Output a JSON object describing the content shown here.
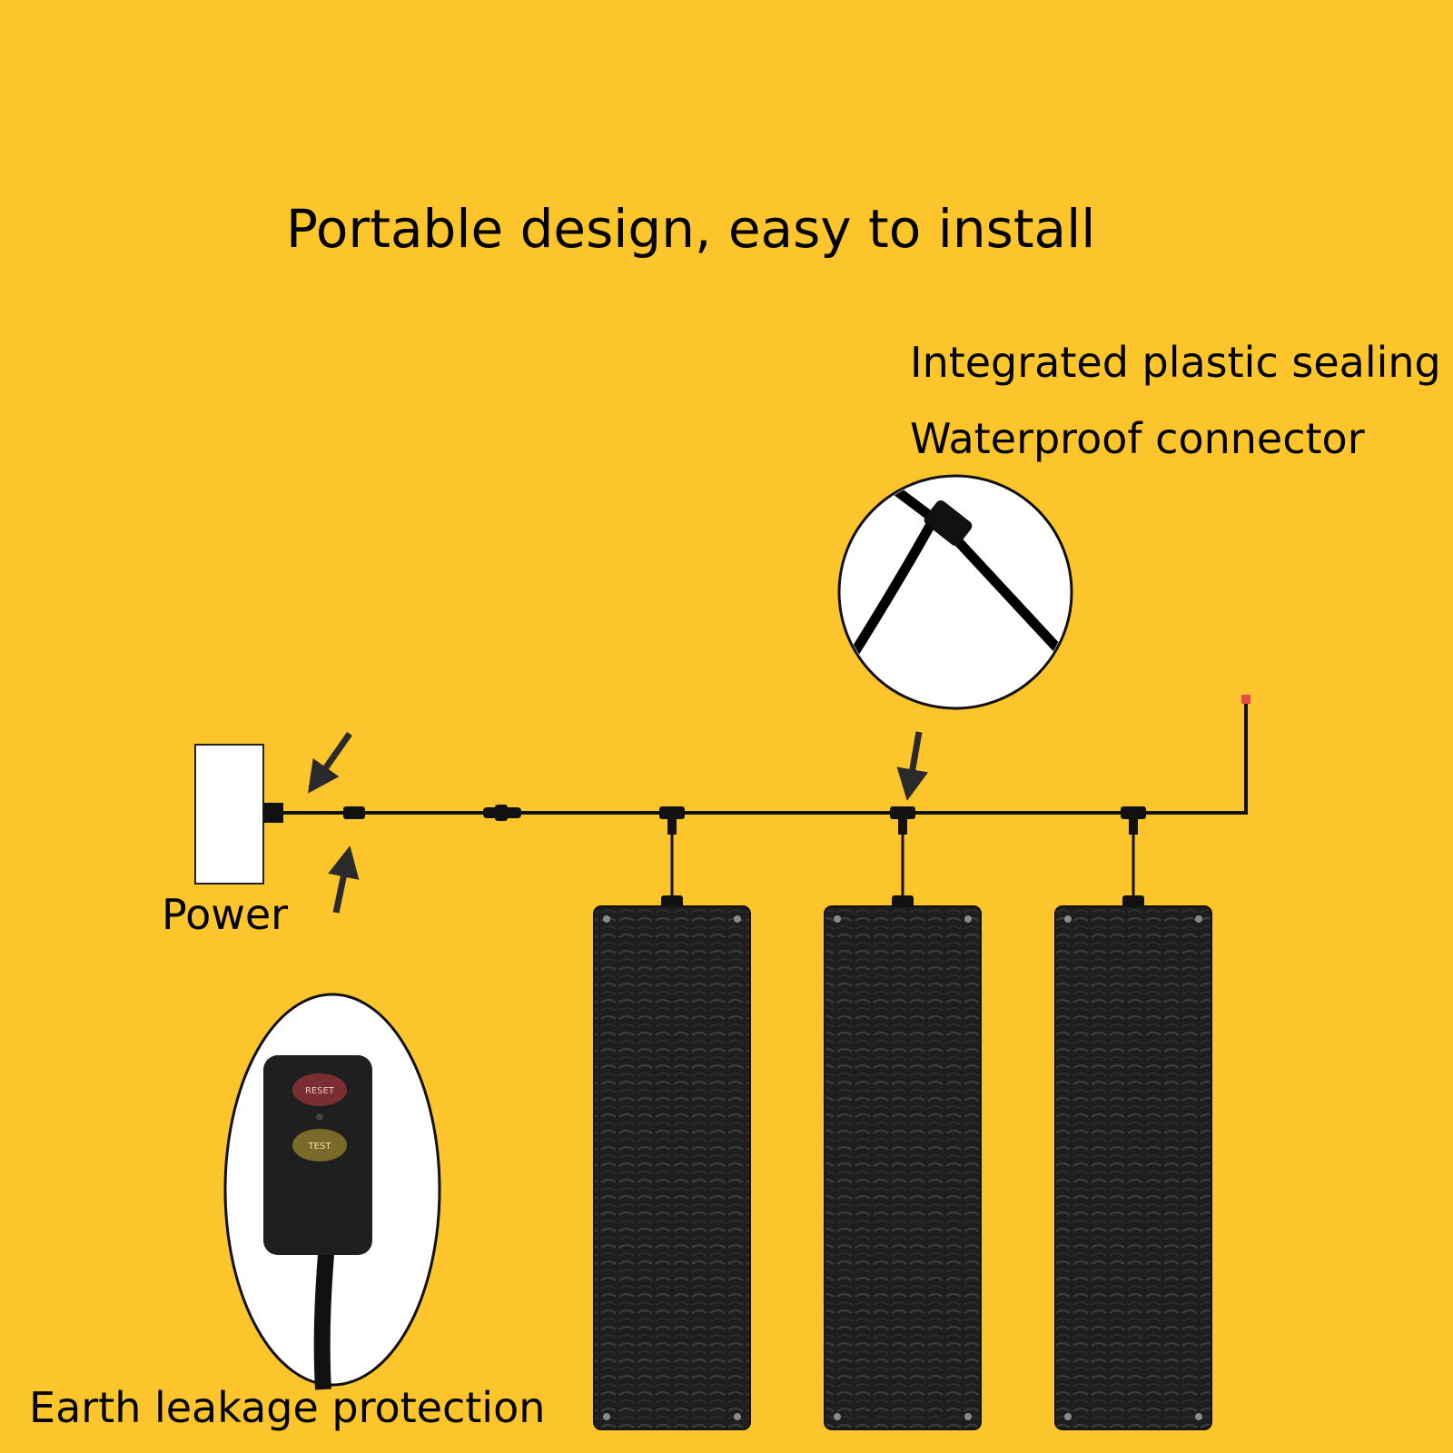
{
  "title": "Portable design, easy to install",
  "features": [
    "Integrated plastic sealing",
    "Waterproof connector"
  ],
  "labels": {
    "power": "Power",
    "earth_leakage": "Earth leakage protection"
  },
  "device": {
    "reset_button": "RESET",
    "test_button": "TEST"
  },
  "mat_count": 3,
  "colors": {
    "background": "#FCC52B",
    "mat": "#1E1E1E",
    "cable": "#111111",
    "end_cap": "#E84A4A",
    "power_box": "#FFFFFF"
  }
}
